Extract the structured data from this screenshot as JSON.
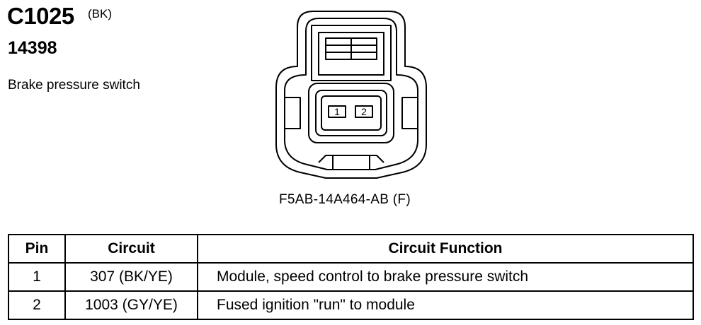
{
  "header": {
    "connector_id": "C1025",
    "connector_color": "(BK)",
    "part_number": "14398",
    "component_name": "Brake pressure switch"
  },
  "diagram": {
    "pin_labels": [
      "1",
      "2"
    ],
    "connector_label": "F5AB-14A464-AB (F)"
  },
  "table": {
    "headers": [
      "Pin",
      "Circuit",
      "Circuit Function"
    ],
    "rows": [
      {
        "pin": "1",
        "circuit": "307 (BK/YE)",
        "function": "Module, speed control to brake pressure switch"
      },
      {
        "pin": "2",
        "circuit": "1003 (GY/YE)",
        "function": "Fused ignition \"run\" to module"
      }
    ]
  }
}
